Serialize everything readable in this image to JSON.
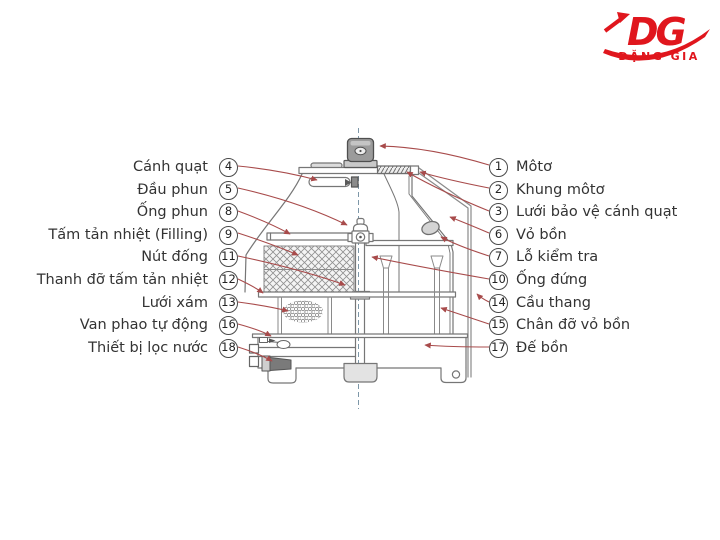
{
  "logo": {
    "monogram": "DG",
    "name": "ĐẶNG GIA"
  },
  "callouts": {
    "left": [
      {
        "num": "4",
        "label": "Cánh quạt"
      },
      {
        "num": "5",
        "label": "Đầu phun"
      },
      {
        "num": "8",
        "label": "Ống phun"
      },
      {
        "num": "9",
        "label": "Tấm tản nhiệt (Filling)"
      },
      {
        "num": "11",
        "label": "Nút đống"
      },
      {
        "num": "12",
        "label": "Thanh đỡ tấm tản nhiệt"
      },
      {
        "num": "13",
        "label": "Lưới xám"
      },
      {
        "num": "16",
        "label": "Van phao tự động"
      },
      {
        "num": "18",
        "label": "Thiết bị lọc nước"
      }
    ],
    "right": [
      {
        "num": "1",
        "label": "Môtơ"
      },
      {
        "num": "2",
        "label": "Khung môtơ"
      },
      {
        "num": "3",
        "label": "Lưới bảo vệ cánh quạt"
      },
      {
        "num": "6",
        "label": "Vỏ bồn"
      },
      {
        "num": "7",
        "label": "Lỗ kiểm tra"
      },
      {
        "num": "10",
        "label": "Ống đứng"
      },
      {
        "num": "14",
        "label": "Cầu thang"
      },
      {
        "num": "15",
        "label": "Chân đỡ vỏ bồn"
      },
      {
        "num": "17",
        "label": "Đế bồn"
      }
    ]
  },
  "colors": {
    "leader": "#a84b4b",
    "line": "#767676",
    "logo_red": "#e0161d"
  }
}
